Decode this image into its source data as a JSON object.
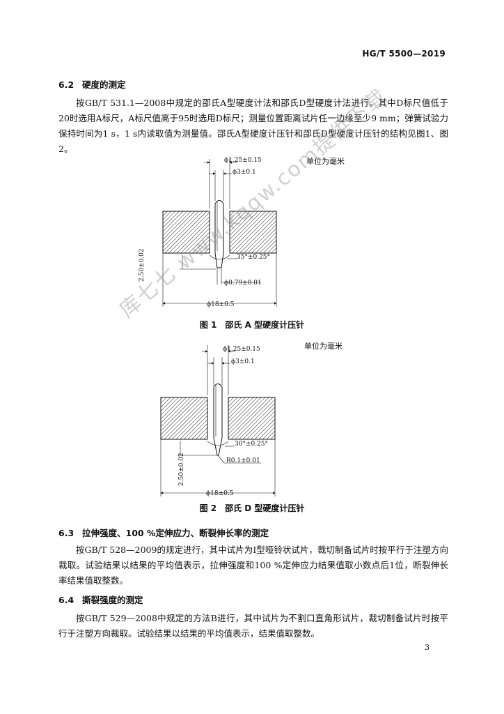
{
  "header": {
    "code": "HG/T 5500—2019"
  },
  "s62": {
    "num": "6.2",
    "title": "硬度的测定",
    "para": "按GB/T 531.1—2008中规定的邵氏A型硬度计法和邵氏D型硬度计法进行。其中D标尺值低于20时选用A标尺，A标尺值高于95时选用D标尺；测量位置距离试片任一边缘至少9 mm；弹簧试验力保持时间为1 s，1 s内读取值为测量值。邵氏A型硬度计压针和邵氏D型硬度计压针的结构见图1、图2。"
  },
  "fig1": {
    "unit": "单位为毫米",
    "d1": "ϕ1.25±0.15",
    "d2": "ϕ3±0.1",
    "angle": "35°±0.25°",
    "tip": "ϕ0.79±0.01",
    "height": "2.50±0.02",
    "base": "ϕ18±0.5",
    "caption": "图 1　邵氏 A 型硬度计压针"
  },
  "fig2": {
    "unit": "单位为毫米",
    "d1": "ϕ1.25±0.15",
    "d2": "ϕ3±0.1",
    "angle": "30°±0.25°",
    "tip": "R0.1±0.01",
    "height": "2.50±0.02",
    "base": "ϕ18±0.5",
    "caption": "图 2　邵氏 D 型硬度计压针"
  },
  "s63": {
    "num": "6.3",
    "title": "拉伸强度、100 %定伸应力、断裂伸长率的测定",
    "para": "按GB/T 528—2009的规定进行，其中试片为Ⅰ型哑铃状试片，裁切制备试片时按平行于注塑方向裁取。试验结果以结果的平均值表示，拉伸强度和100 %定伸应力结果值取小数点后1位，断裂伸长率结果值取整数。"
  },
  "s64": {
    "num": "6.4",
    "title": "撕裂强度的测定",
    "para": "按GB/T 529—2008中规定的方法B进行，其中试片为不割口直角形试片，裁切制备试片时按平行于注塑方向裁取。试验结果以结果的平均值表示，结果值取整数。"
  },
  "page_number": "3",
  "watermark": "库七七 www.kqqw.com提供下载"
}
